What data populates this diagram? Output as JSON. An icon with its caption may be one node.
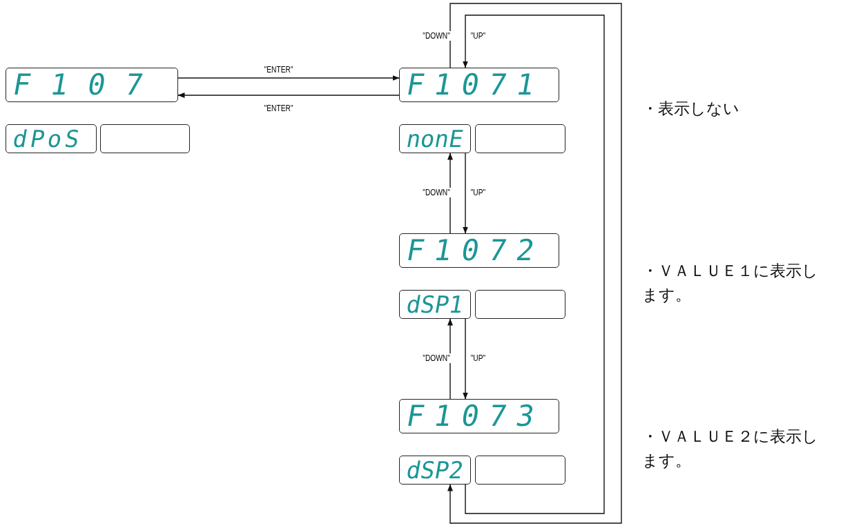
{
  "diagram": {
    "nodes": [
      {
        "text": [
          "F107"
        ]
      },
      {
        "text": [
          "dPoS"
        ]
      },
      {
        "text": [],
        "shape": "box"
      },
      {
        "text": [
          "F1071"
        ]
      },
      {
        "text": [
          "nonE"
        ]
      },
      {
        "text": [],
        "shape": "box"
      },
      {
        "text": [
          "F1072"
        ]
      },
      {
        "text": [
          "dSP1"
        ]
      },
      {
        "text": [],
        "shape": "box"
      },
      {
        "text": [
          "F1073"
        ]
      },
      {
        "text": [
          "dSP2"
        ]
      },
      {
        "text": [],
        "shape": "box"
      }
    ],
    "edges": [
      {
        "from": 0,
        "to": 3,
        "arrow": "to",
        "label": "\"ENTER\""
      },
      {
        "from": 3,
        "to": 0,
        "arrow": "to",
        "label": "\"ENTER\""
      },
      {
        "from": 6,
        "to": 4,
        "arrow": "to",
        "label": "\"DOWN\""
      },
      {
        "from": 4,
        "to": 6,
        "arrow": "to",
        "label": "\"UP\""
      },
      {
        "from": 9,
        "to": 7,
        "arrow": "to",
        "label": "\"DOWN\""
      },
      {
        "from": 7,
        "to": 9,
        "arrow": "to",
        "label": "\"UP\""
      },
      {
        "from": 3,
        "to": 10,
        "arrow": "to",
        "label": "\"DOWN\""
      },
      {
        "from": 10,
        "to": 3,
        "arrow": "to",
        "label": "\"UP\""
      }
    ],
    "labels": [
      "・表示しない",
      "・ＶＡＬＵＥ１に表示します。",
      "・ＶＡＬＵＥ２に表示します。"
    ]
  }
}
